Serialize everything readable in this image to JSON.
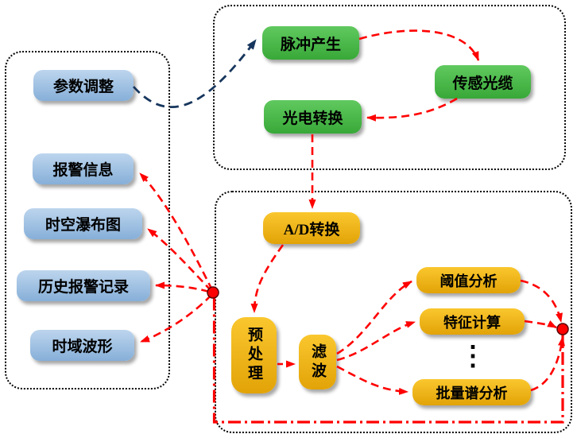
{
  "colors": {
    "red": "#ff0000",
    "navy": "#17365d",
    "blue_from": "#bdd5ee",
    "blue_to": "#86afd8",
    "green_from": "#60c95f",
    "green_to": "#38a838",
    "orange_from": "#fac72e",
    "orange_to": "#e2a307"
  },
  "left_panel": {
    "items": [
      {
        "label": "参数调整"
      },
      {
        "label": "报警信息"
      },
      {
        "label": "时空瀑布图"
      },
      {
        "label": "历史报警记录"
      },
      {
        "label": "时域波形"
      }
    ]
  },
  "sensing_panel": {
    "pulse": "脉冲产生",
    "fiber": "传感光缆",
    "photo": "光电转换"
  },
  "processing_panel": {
    "ad": "A/D转换",
    "pre": "预处理",
    "filter": "滤波",
    "threshold": "阈值分析",
    "feature": "特征计算",
    "ellipsis": "⋮",
    "batch": "批量谱分析"
  }
}
